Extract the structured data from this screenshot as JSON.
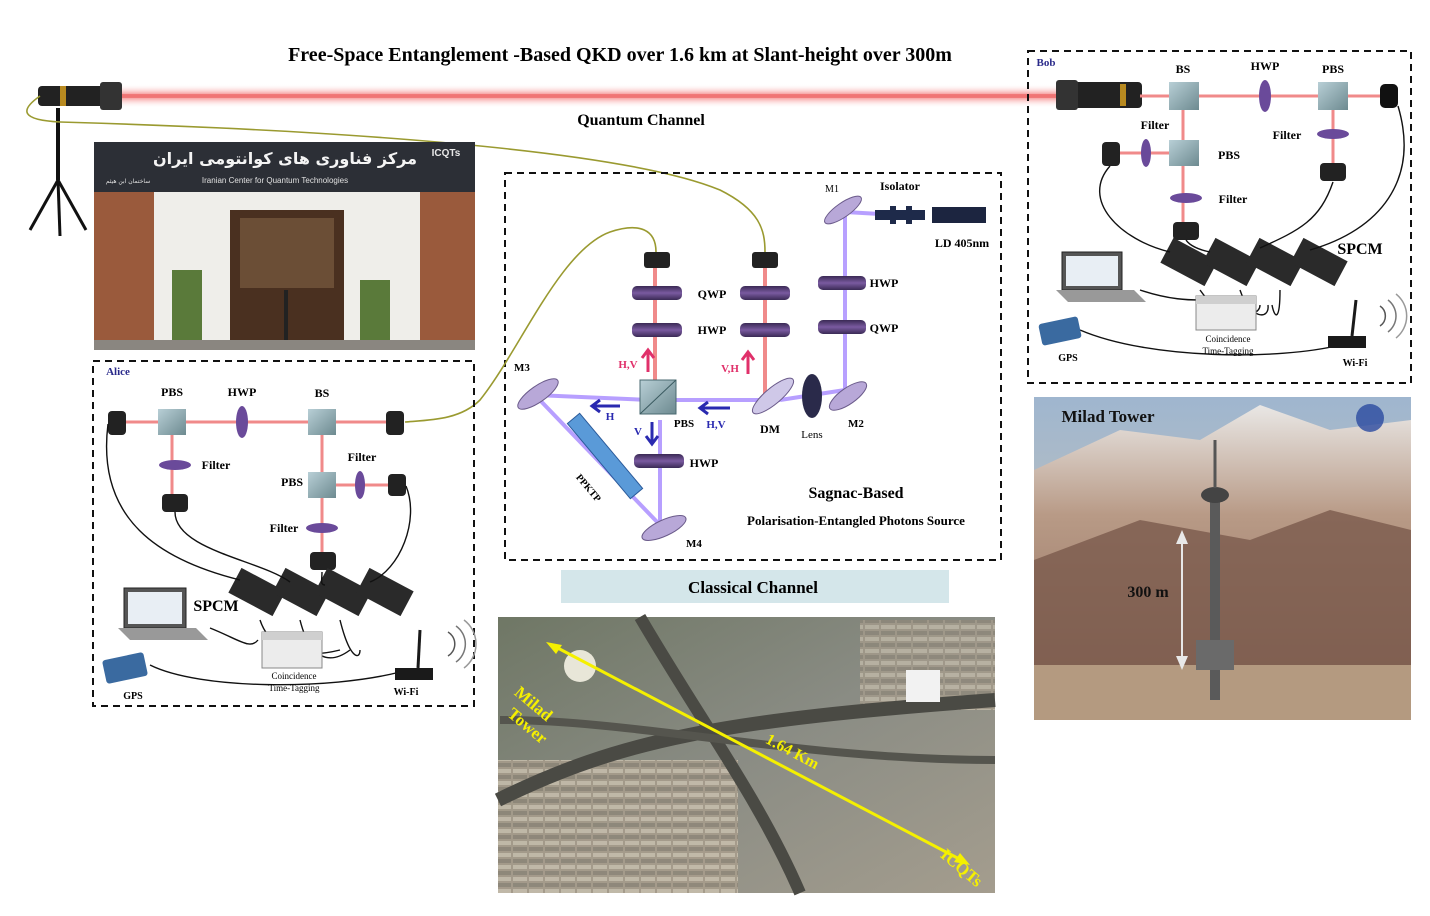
{
  "title": "Free-Space Entanglement -Based QKD over 1.6 km at Slant-height over 300m",
  "quantum_channel": "Quantum Channel",
  "classical_channel": "Classical Channel",
  "building": {
    "sign_fa": "مرکز فناوری های کوانتومی ایران",
    "sign_en": "Iranian Center for Quantum Technologies",
    "sign_small_fa": "ساختمان ابن هیثم",
    "logo": "ICQTs"
  },
  "source": {
    "labels": {
      "m1": "M1",
      "isolator": "Isolator",
      "ld": "LD 405nm",
      "hwp_right": "HWP",
      "qwp_right": "QWP",
      "m2": "M2",
      "lens": "Lens",
      "dm": "DM",
      "pbs": "PBS",
      "hv": "H,V",
      "h": "H",
      "v": "V",
      "hwp_bottom": "HWP",
      "m3": "M3",
      "m4": "M4",
      "ppktp": "PPKTP",
      "qwp_a": "QWP",
      "hwp_a": "HWP",
      "hv_up": "H,V",
      "vh_up": "V,H"
    },
    "title1": "Sagnac-Based",
    "title2": "Polarisation-Entangled Photons Source"
  },
  "alice": {
    "name": "Alice",
    "pbs1": "PBS",
    "hwp": "HWP",
    "bs": "BS",
    "filter1": "Filter",
    "filter2": "Filter",
    "pbs2": "PBS",
    "filter3": "Filter",
    "spcm": "SPCM",
    "coincidence1": "Coincidence",
    "coincidence2": "Time-Tagging",
    "gps": "GPS",
    "wifi": "Wi-Fi"
  },
  "bob": {
    "name": "Bob",
    "bs": "BS",
    "hwp": "HWP",
    "pbs1": "PBS",
    "filter1": "Filter",
    "filter2": "Filter",
    "pbs2": "PBS",
    "filter3": "Filter",
    "spcm": "SPCM",
    "coincidence1": "Coincidence",
    "coincidence2": "Time-Tagging",
    "gps": "GPS",
    "wifi": "Wi-Fi"
  },
  "milad": {
    "label": "Milad Tower",
    "height": "300 m"
  },
  "map": {
    "distance": "1.64 Km",
    "milad1": "Milad",
    "milad2": "Tower",
    "icqts": "ICQTs"
  },
  "colors": {
    "beam": "#f08080",
    "uv": "#9a80ff",
    "fiber": "#8a8a2a",
    "arrow_red": "#e0306a",
    "arrow_blue": "#2a2ab0"
  }
}
